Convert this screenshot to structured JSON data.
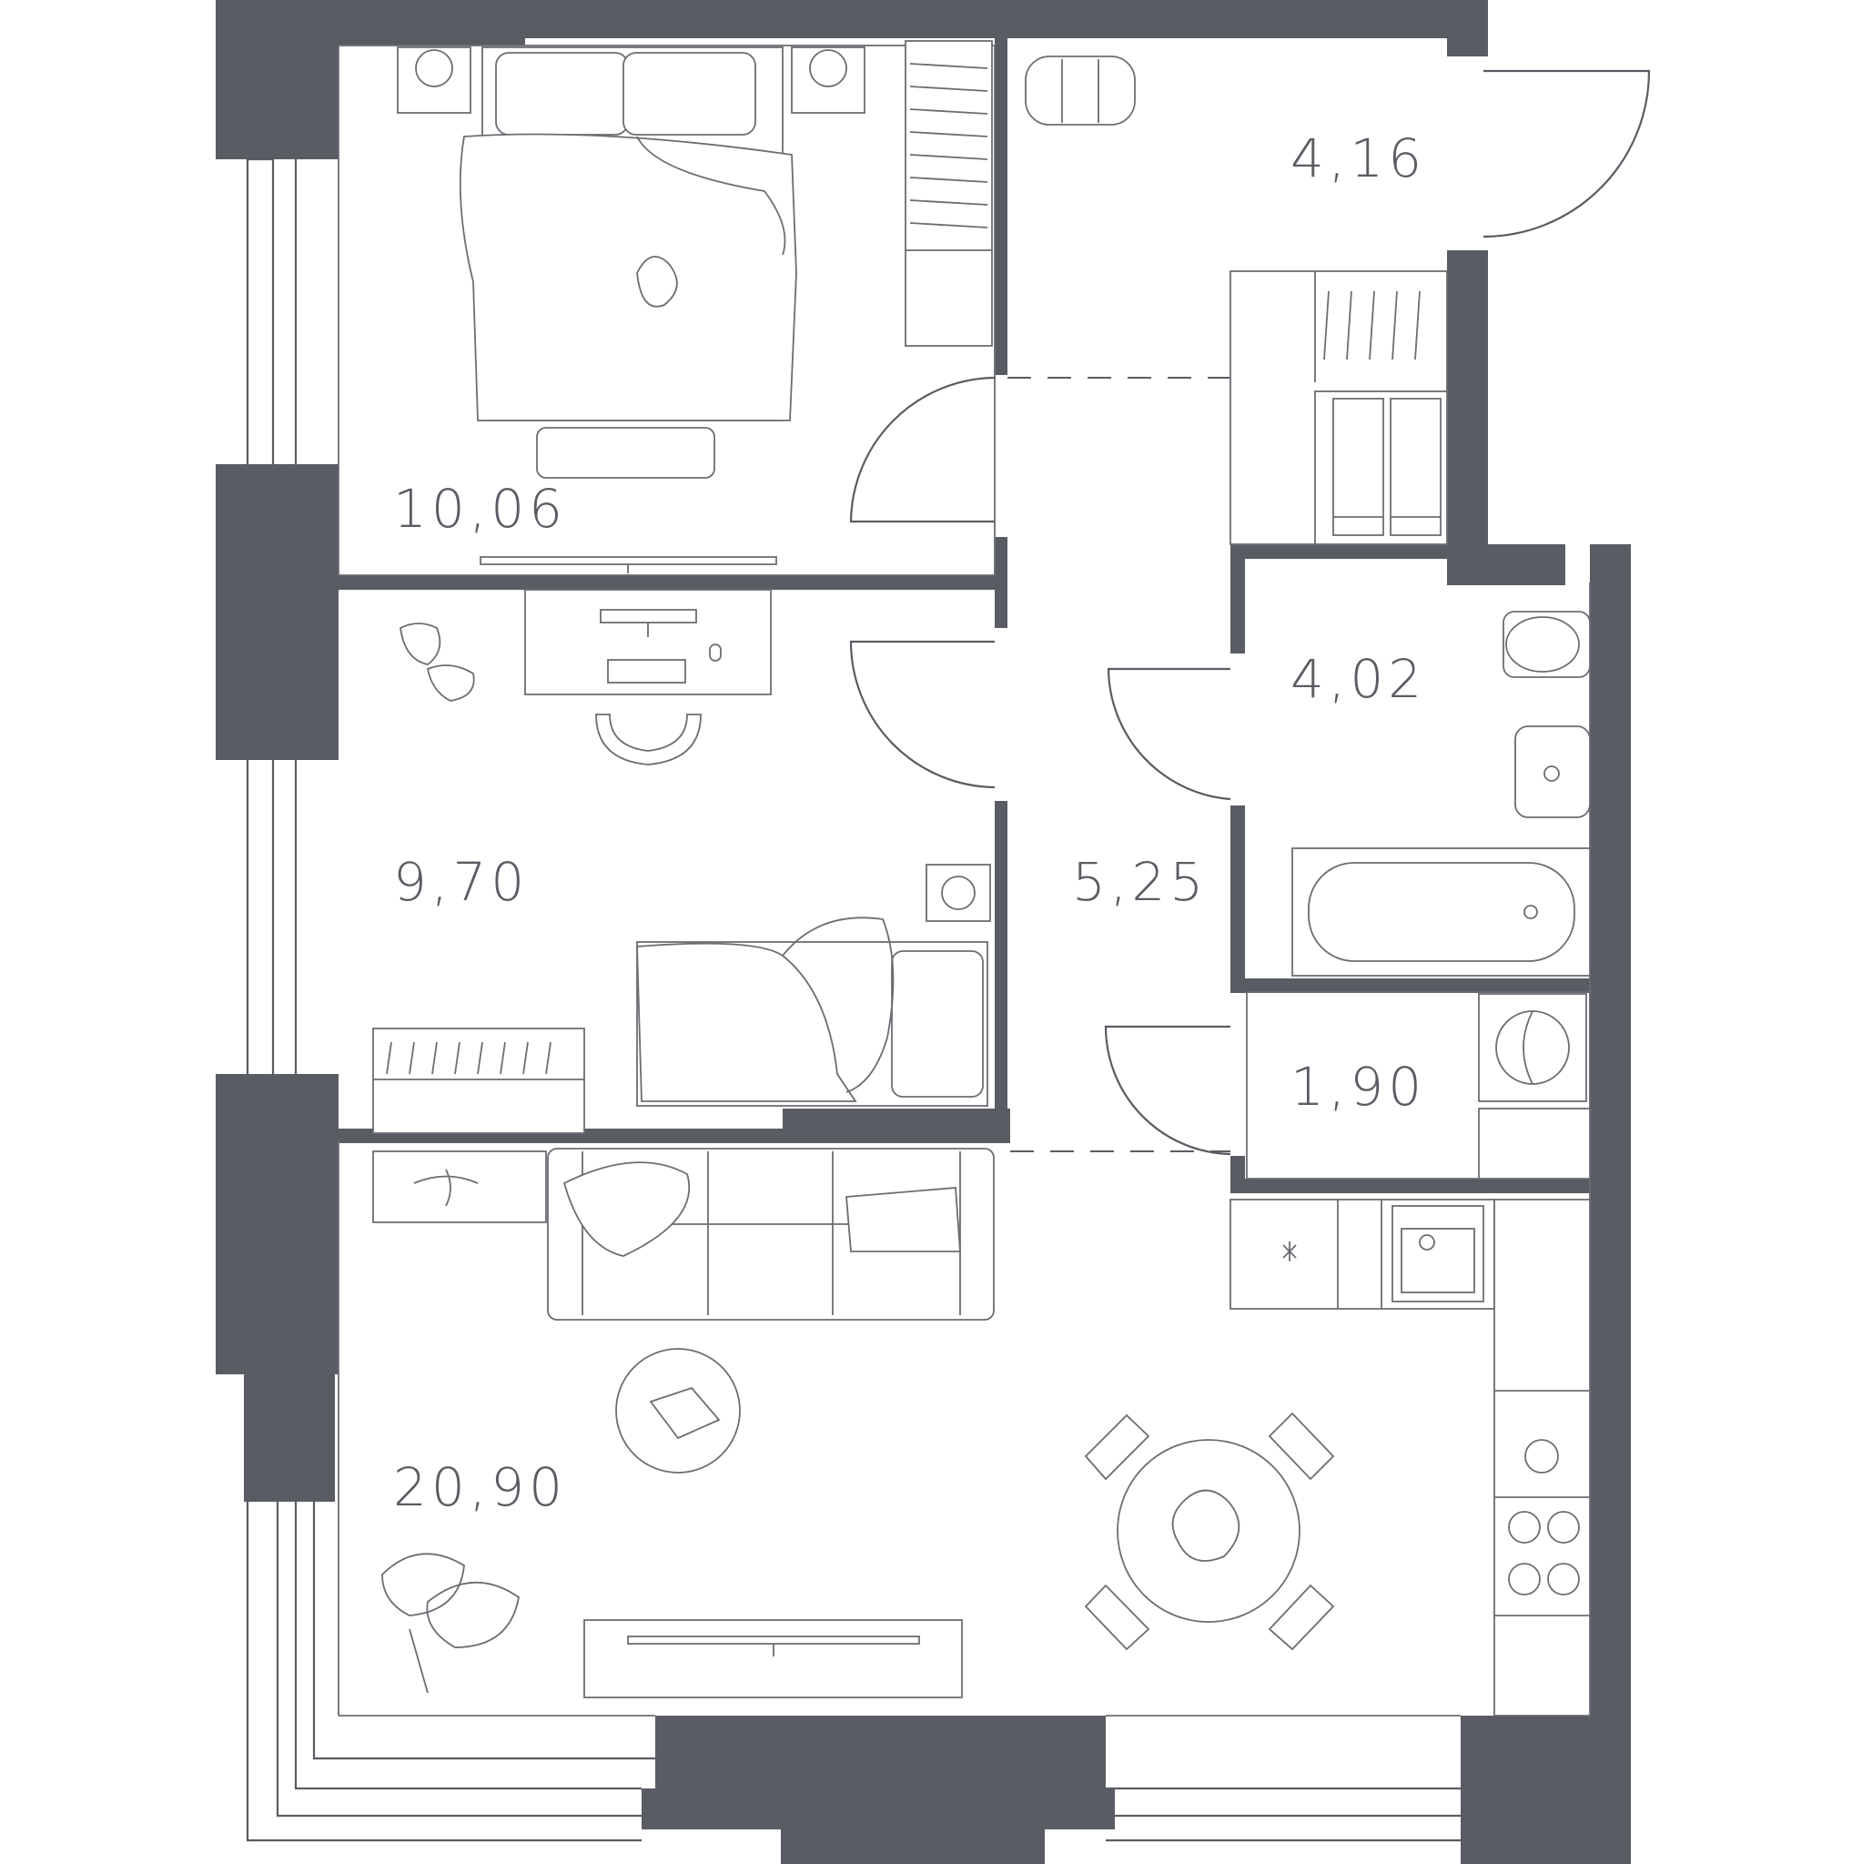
{
  "rooms": [
    {
      "id": "bedroom",
      "area": "10,06"
    },
    {
      "id": "hall",
      "area": "4,16"
    },
    {
      "id": "bathroom",
      "area": "4,02"
    },
    {
      "id": "room-2",
      "area": "9,70"
    },
    {
      "id": "corridor",
      "area": "5,25"
    },
    {
      "id": "laundry",
      "area": "1,90"
    },
    {
      "id": "living-kitchen",
      "area": "20,90"
    }
  ],
  "colors": {
    "wall": "#5a5c63",
    "line": "#6b6d73",
    "background": "#ffffff"
  }
}
